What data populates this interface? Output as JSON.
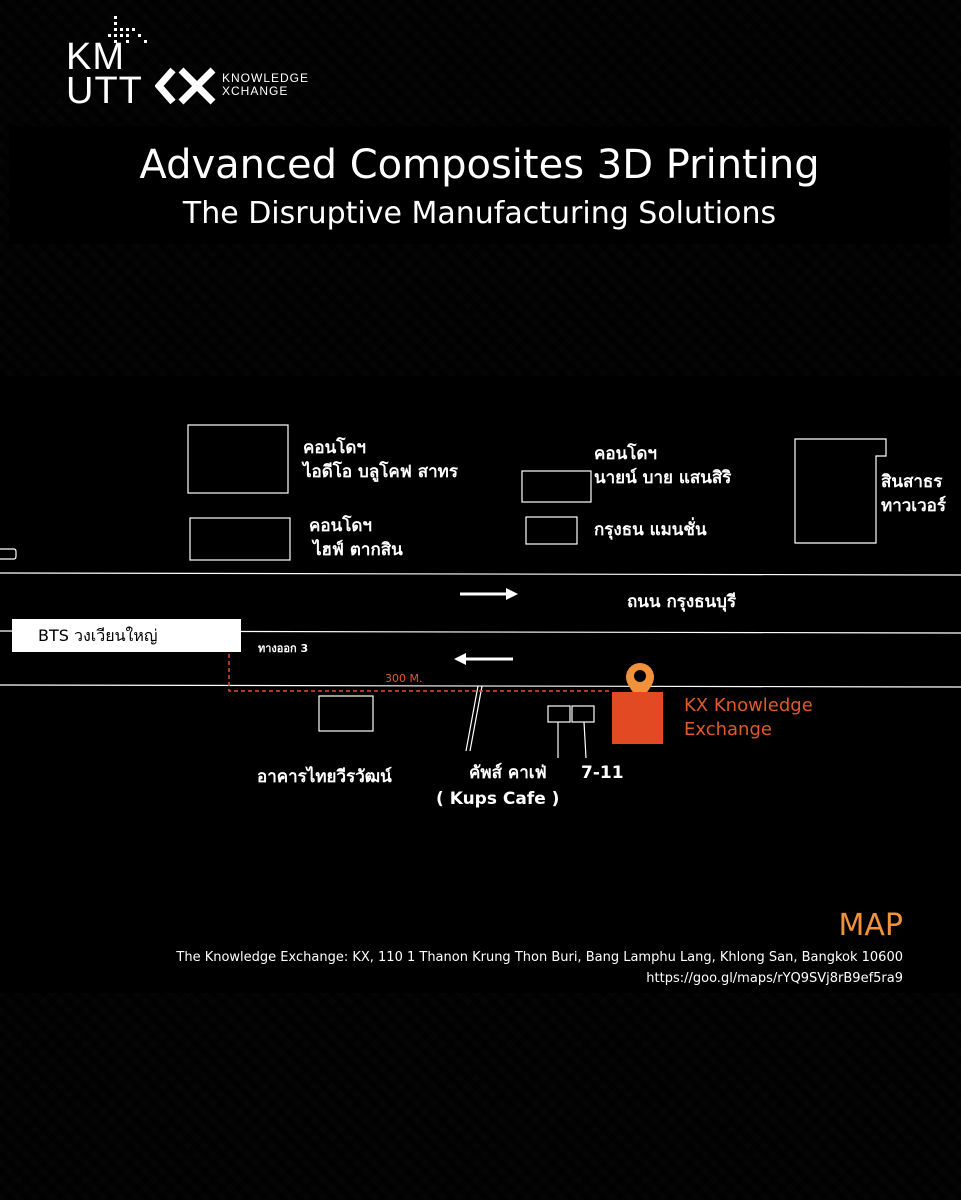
{
  "logos": {
    "kmutt_line1": "KM",
    "kmutt_line2": "UTT",
    "kx_line1": "KNOWLEDGE",
    "kx_line2": "XCHANGE"
  },
  "banner": {
    "title": "Advanced Composites 3D Printing",
    "subtitle": "The Disruptive Manufacturing Solutions"
  },
  "map": {
    "buildings": {
      "condo_ideo_l1": "คอนโดฯ",
      "condo_ideo_l2": "ไอดีโอ บลูโคฟ สาทร",
      "condo_hyde_l1": "คอนโดฯ",
      "condo_hyde_l2": "ไฮฟ์ ตากสิน",
      "condo_nine_l1": "คอนโดฯ",
      "condo_nine_l2": "นายน์ บาย แสนสิริ",
      "krungthon_mansion": "กรุงธน แมนชั่น",
      "sinsathorn_l1": "สินสาธร",
      "sinsathorn_l2": "ทาวเวอร์",
      "thai_wirawat": "อาคารไทยวีรวัฒน์",
      "kups_cafe_l1": "คัพส์ คาเฟ่",
      "kups_cafe_l2": "( Kups Cafe )",
      "seven_eleven": "7-11",
      "kx_l1": "KX Knowledge",
      "kx_l2": "Exchange"
    },
    "road": "ถนน กรุงธนบุรี",
    "bts": "BTS วงเวียนใหญ่",
    "exit": "ทางออก 3",
    "distance": "300 M.",
    "accent_color": "#e24a24",
    "pin_color": "#f0913b"
  },
  "footer": {
    "title": "MAP",
    "address": "The Knowledge Exchange: KX, 110 1 Thanon Krung Thon Buri, Bang Lamphu Lang, Khlong San, Bangkok 10600",
    "url": "https://goo.gl/maps/rYQ9SVj8rB9ef5ra9"
  }
}
